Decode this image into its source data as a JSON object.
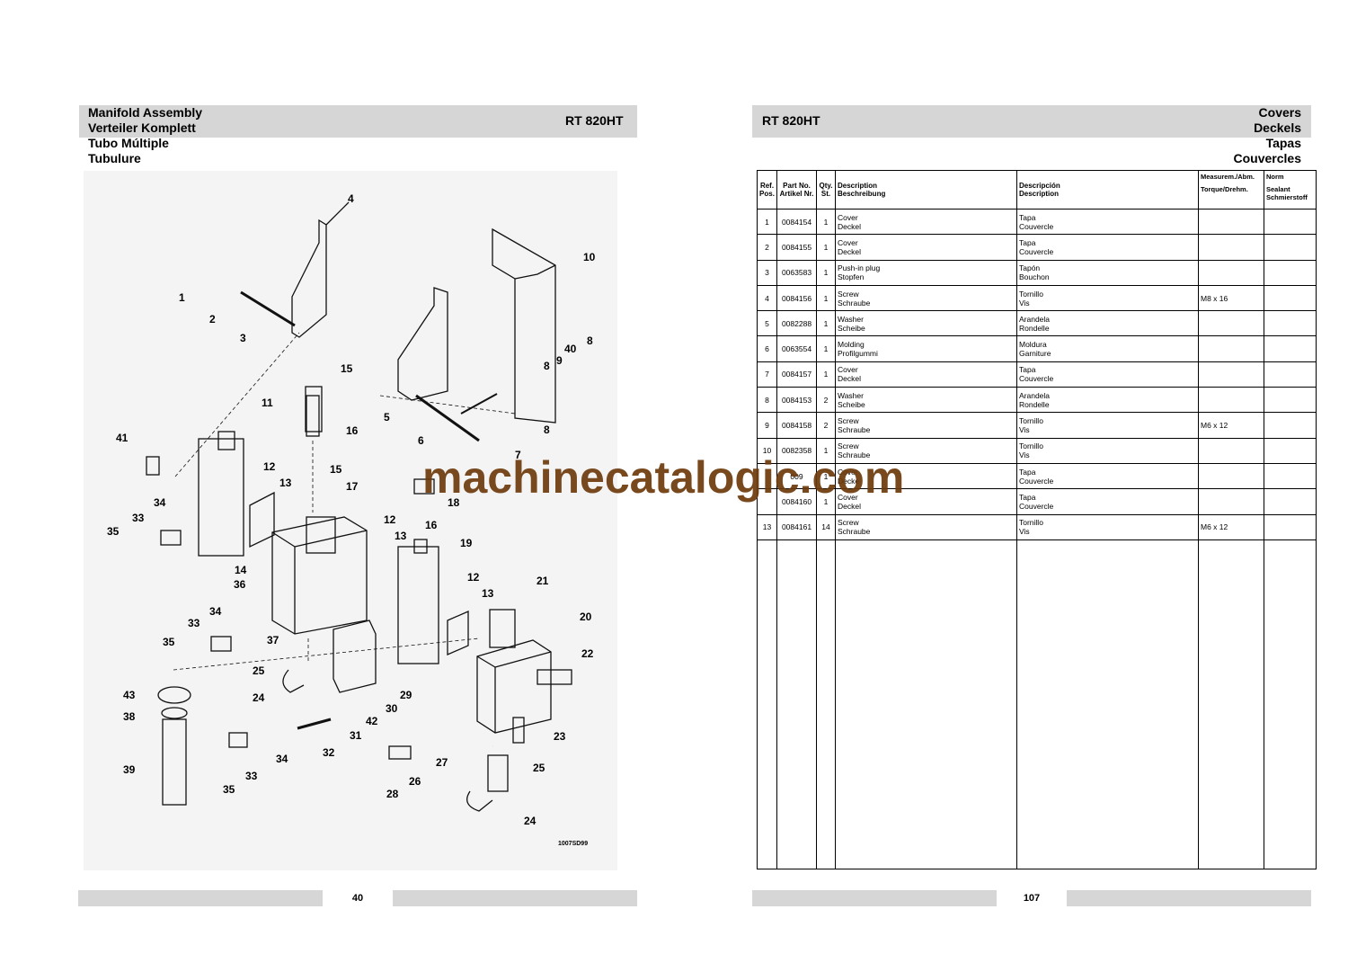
{
  "left_page": {
    "titles": [
      "Manifold Assembly",
      "Verteiler Komplett",
      "Tubo Múltiple",
      "Tubulure"
    ],
    "model": "RT 820HT",
    "diagram": {
      "drawing_code": "1007SD99",
      "callouts": [
        "1",
        "2",
        "3",
        "4",
        "5",
        "6",
        "7",
        "8",
        "8",
        "8",
        "9",
        "10",
        "11",
        "12",
        "12",
        "12",
        "13",
        "13",
        "13",
        "14",
        "15",
        "15",
        "16",
        "16",
        "17",
        "18",
        "19",
        "20",
        "21",
        "22",
        "23",
        "24",
        "24",
        "25",
        "25",
        "26",
        "27",
        "28",
        "29",
        "30",
        "31",
        "32",
        "33",
        "33",
        "33",
        "34",
        "34",
        "34",
        "35",
        "35",
        "35",
        "36",
        "37",
        "38",
        "39",
        "40",
        "41",
        "42",
        "43"
      ]
    },
    "page_number": "40"
  },
  "right_page": {
    "model": "RT 820HT",
    "titles": [
      "Covers",
      "Deckels",
      "Tapas",
      "Couvercles"
    ],
    "table": {
      "headers": {
        "ref": [
          "Ref.",
          "Pos."
        ],
        "part": [
          "Part No.",
          "Artikel Nr."
        ],
        "qty": [
          "Qty.",
          "St."
        ],
        "desc": [
          "Description",
          "Beschreibung"
        ],
        "descr_es": [
          "Descripción",
          "Description"
        ],
        "measure": [
          "Measurem./Abm.",
          "Torque/Drehm."
        ],
        "norm": [
          "Norm",
          "Sealant Schmierstoff"
        ]
      },
      "rows": [
        {
          "ref": "1",
          "part": "0084154",
          "qty": "1",
          "desc": [
            "Cover",
            "Deckel"
          ],
          "desc2": [
            "Tapa",
            "Couvercle"
          ],
          "measure": ""
        },
        {
          "ref": "2",
          "part": "0084155",
          "qty": "1",
          "desc": [
            "Cover",
            "Deckel"
          ],
          "desc2": [
            "Tapa",
            "Couvercle"
          ],
          "measure": ""
        },
        {
          "ref": "3",
          "part": "0063583",
          "qty": "1",
          "desc": [
            "Push-in plug",
            "Stopfen"
          ],
          "desc2": [
            "Tapón",
            "Bouchon"
          ],
          "measure": ""
        },
        {
          "ref": "4",
          "part": "0084156",
          "qty": "1",
          "desc": [
            "Screw",
            "Schraube"
          ],
          "desc2": [
            "Tornillo",
            "Vis"
          ],
          "measure": "M8 x 16"
        },
        {
          "ref": "5",
          "part": "0082288",
          "qty": "1",
          "desc": [
            "Washer",
            "Scheibe"
          ],
          "desc2": [
            "Arandela",
            "Rondelle"
          ],
          "measure": ""
        },
        {
          "ref": "6",
          "part": "0063554",
          "qty": "1",
          "desc": [
            "Molding",
            "Profilgummi"
          ],
          "desc2": [
            "Moldura",
            "Garniture"
          ],
          "measure": ""
        },
        {
          "ref": "7",
          "part": "0084157",
          "qty": "1",
          "desc": [
            "Cover",
            "Deckel"
          ],
          "desc2": [
            "Tapa",
            "Couvercle"
          ],
          "measure": ""
        },
        {
          "ref": "8",
          "part": "0084153",
          "qty": "2",
          "desc": [
            "Washer",
            "Scheibe"
          ],
          "desc2": [
            "Arandela",
            "Rondelle"
          ],
          "measure": ""
        },
        {
          "ref": "9",
          "part": "0084158",
          "qty": "2",
          "desc": [
            "Screw",
            "Schraube"
          ],
          "desc2": [
            "Tornillo",
            "Vis"
          ],
          "measure": "M6 x 12"
        },
        {
          "ref": "10",
          "part": "0082358",
          "qty": "1",
          "desc": [
            "Screw",
            "Schraube"
          ],
          "desc2": [
            "Tornillo",
            "Vis"
          ],
          "measure": ""
        },
        {
          "ref": "",
          "part": "009",
          "qty": "1",
          "desc": [
            "Cover",
            "Decke"
          ],
          "desc2": [
            "Tapa",
            "Couvercle"
          ],
          "measure": ""
        },
        {
          "ref": "",
          "part": "0084160",
          "qty": "1",
          "desc": [
            "Cover",
            "Deckel"
          ],
          "desc2": [
            "Tapa",
            "Couvercle"
          ],
          "measure": ""
        },
        {
          "ref": "13",
          "part": "0084161",
          "qty": "14",
          "desc": [
            "Screw",
            "Schraube"
          ],
          "desc2": [
            "Tornillo",
            "Vis"
          ],
          "measure": "M6 x 12"
        }
      ]
    },
    "page_number": "107"
  },
  "watermark": "machinecatalogic.com"
}
